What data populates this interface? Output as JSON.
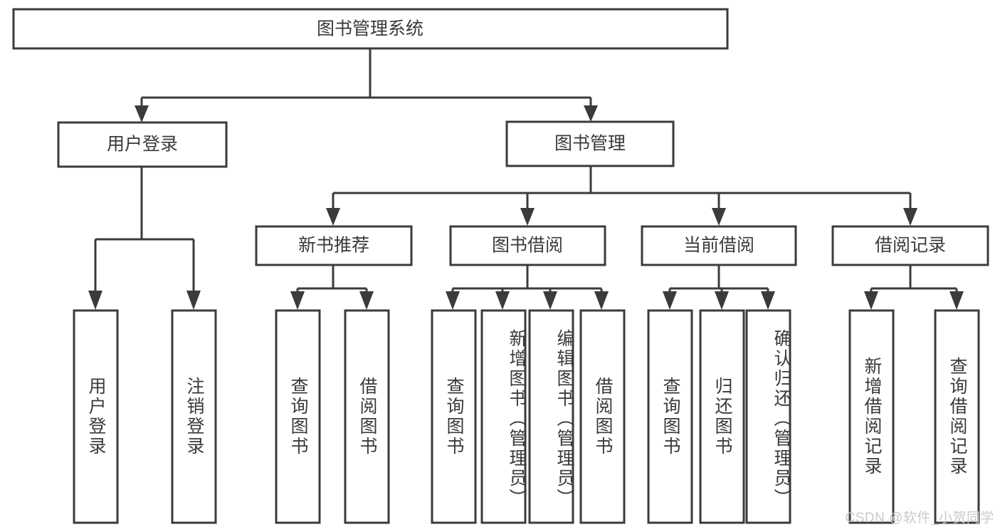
{
  "diagram": {
    "title_node": {
      "label": "图书管理系统"
    },
    "level2": [
      {
        "label": "用户登录"
      },
      {
        "label": "图书管理"
      }
    ],
    "level3": [
      {
        "label": "新书推荐"
      },
      {
        "label": "图书借阅"
      },
      {
        "label": "当前借阅"
      },
      {
        "label": "借阅记录"
      }
    ],
    "leaves": {
      "user_login": [
        {
          "label": "用户登录"
        },
        {
          "label": "注销登录"
        }
      ],
      "new_book_recommend": [
        {
          "label": "查询图书"
        },
        {
          "label": "借阅图书"
        }
      ],
      "book_borrow": [
        {
          "label": "查询图书"
        },
        {
          "label": "新增图书（管理员）"
        },
        {
          "label": "编辑图书（管理员）"
        },
        {
          "label": "借阅图书"
        }
      ],
      "current_borrow": [
        {
          "label": "查询图书"
        },
        {
          "label": "归还图书"
        },
        {
          "label": "确认归还（管理员）"
        }
      ],
      "borrow_record": [
        {
          "label": "新增借阅记录"
        },
        {
          "label": "查询借阅记录"
        }
      ]
    }
  },
  "watermark": {
    "text": "CSDN @软件_小贺同学"
  },
  "colors": {
    "stroke": "#3b3b3b",
    "text": "#3a3a3a",
    "background": "#ffffff",
    "watermark": "#c9c9c9"
  }
}
